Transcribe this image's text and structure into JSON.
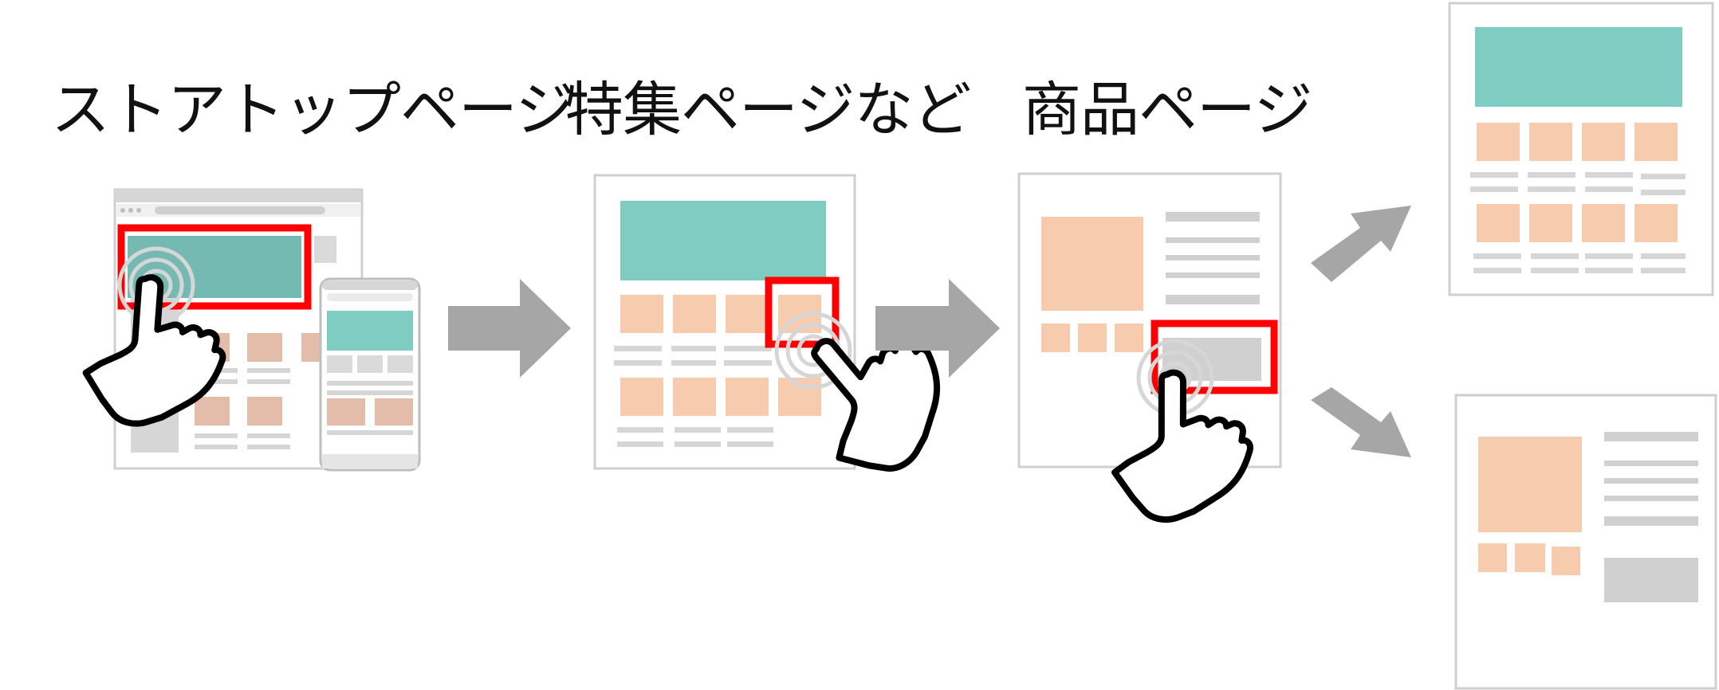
{
  "steps": [
    {
      "title": "ストアトップページ"
    },
    {
      "title": "特集ページなど"
    },
    {
      "title": "商品ページ"
    }
  ],
  "colors": {
    "teal": "#7FCDC2",
    "teal_dark": "#74BAB3",
    "peach": "#F7CBAD",
    "peach_dim": "#E3BDAA",
    "gray_line": "#D0D0D0",
    "frame": "#CFCFCF",
    "arrow": "#A6A6A6",
    "highlight": "#FF0000"
  },
  "icons": [
    "pointing-hand-icon",
    "tap-ripple-icon",
    "arrow-right-icon"
  ]
}
